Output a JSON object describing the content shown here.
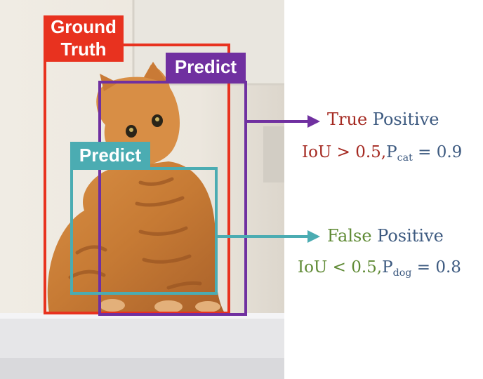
{
  "labels": {
    "ground_truth_line1": "Ground",
    "ground_truth_line2": "Truth",
    "predict_1": "Predict",
    "predict_2": "Predict"
  },
  "results": {
    "true_positive": {
      "word1": "True",
      "word2": "Positive",
      "iou_text": "IoU",
      "op": ">",
      "threshold": "0.5,",
      "p": "P",
      "sub": "cat",
      "eq": "=",
      "value": "0.9"
    },
    "false_positive": {
      "word1": "False",
      "word2": "Positive",
      "iou_text": "IoU",
      "op": "<",
      "threshold": "0.5,",
      "p": "P",
      "sub": "dog",
      "eq": "=",
      "value": "0.8"
    }
  },
  "colors": {
    "ground_truth": "#e8321f",
    "predict_purple": "#7030a0",
    "predict_teal": "#4bacb2",
    "true_red": "#a52a22",
    "positive_blue": "#3d5a80",
    "false_green": "#5f8a34"
  }
}
